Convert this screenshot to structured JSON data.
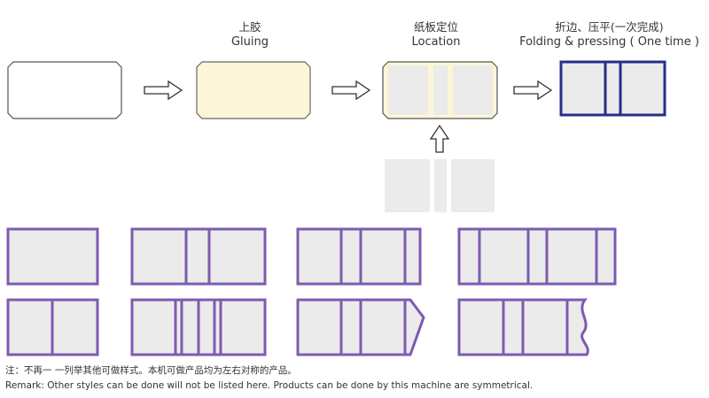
{
  "steps": [
    {
      "label_cn": "上胶",
      "label_en": "Gluing"
    },
    {
      "label_cn": "纸板定位",
      "label_en": "Location"
    },
    {
      "label_cn": "折边、压平(一次完成)",
      "label_en": "Folding & pressing ( One time )"
    }
  ],
  "remark_cn": "注：不再一 一列举其他可做样式。本机可做产品均为左右对称的产品。",
  "remark_en": "Remark: Other styles can be done will not be listed here. Products can be done by this machine are symmetrical.",
  "colors": {
    "purple": "#7d5bb0",
    "navy": "#262f86",
    "glue": "#fbf6d8",
    "panel": "#ebebeb",
    "crease": "#f6efc0"
  }
}
